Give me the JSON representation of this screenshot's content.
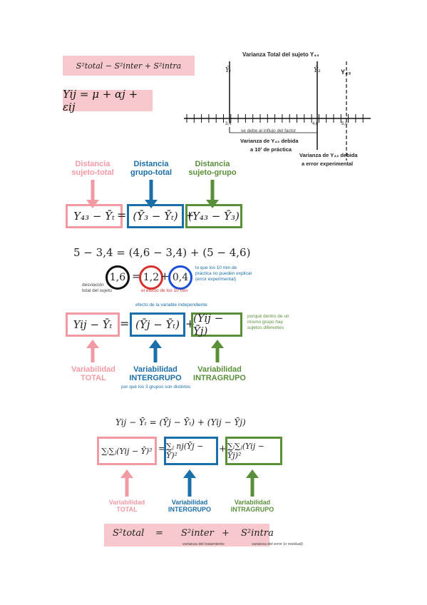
{
  "top_left": {
    "variance_formula": "S²total  −  S²inter  +  S²intra",
    "model_formula": "Yij = μ + αj + εij"
  },
  "diagram": {
    "title": "Varianza Total del sujeto Y₄₃",
    "label_yt": "Ȳₜ",
    "label_y3": "Ȳ₃",
    "label_y43": "Y₄₃",
    "tick_34": "3,4",
    "tick_46": "4,6",
    "tick_50": "5,0",
    "note_1": "se debe al influjo del factor",
    "note_2": "Varianza de Y₄₃ debida",
    "note_3": "a 10' de práctica",
    "note_4": "Varianza de Y₄₃ debida",
    "note_5": "a error experimental"
  },
  "section1": {
    "label_pink": "Distancia\nsujeto-total",
    "label_blue": "Distancia\ngrupo-total",
    "label_green": "Distancia\nsujeto-grupo",
    "box_pink": "Y₄₃ − Ȳₜ",
    "eq1": "=",
    "box_blue": "(Ȳ₃ − Ȳₜ)",
    "plus1": "+",
    "box_green": "(Y₄₃ − Ȳ₃)"
  },
  "numeric": {
    "line": "5 − 3,4 = (4,6 − 3,4) + (5 − 4,6)",
    "circle_black": "1,6",
    "eq": "=",
    "circle_red": "1,2",
    "plus": "+",
    "circle_blue": "0,4",
    "note_black": "desviación\ntotal del sujeto",
    "note_red": "el efecto de los 10 min",
    "note_blue": "lo que los 10 min de\npráctica no pueden explicar\n(error experimental)"
  },
  "section2": {
    "note_top": "efecto de la variable independiente",
    "box_pink": "Yij − Ȳₜ",
    "eq": "=",
    "box_blue": "(Ȳj − Ȳₜ)",
    "plus": "+",
    "box_green": "(Yij − Ȳj)",
    "note_right": "porqué dentro de un\nmismo grupo hay\nsujetos diferentes",
    "label_pink": "Variabilidad\nTOTAL",
    "label_blue": "Variabilidad\nINTERGRUPO",
    "label_green": "Variabilidad\nINTRAGRUPO",
    "note_bottom": "por qué los 3 grupos son distintos"
  },
  "section3": {
    "top_formula": "Yij − Ȳₜ = (Ȳj − Ȳₜ) + (Yij − Ȳj)",
    "box_pink": "∑ᵢ∑ⱼ(Yij − Ȳ)²",
    "eq": "=",
    "box_blue": "∑ⱼ nj(Ȳj − Ȳ)²",
    "plus": "+",
    "box_green": "∑ᵢ∑ⱼ(Yij − Ȳj)²",
    "label_pink": "Variabilidad\nTOTAL",
    "label_blue": "Variabilidad\nINTERGRUPO",
    "label_green": "Variabilidad\nINTRAGRUPO"
  },
  "bottom": {
    "s_total": "S²total",
    "eq": "=",
    "s_inter": "S²inter",
    "plus": "+",
    "s_intra": "S²intra",
    "note_inter": "varianza del tratamiento",
    "note_intra": "varianza del error (o residual)"
  },
  "colors": {
    "pink": "#f29aa4",
    "pink_bg": "#f7c9cc",
    "blue": "#1a6fa8",
    "green": "#5a8f3a",
    "red": "#d63030"
  }
}
